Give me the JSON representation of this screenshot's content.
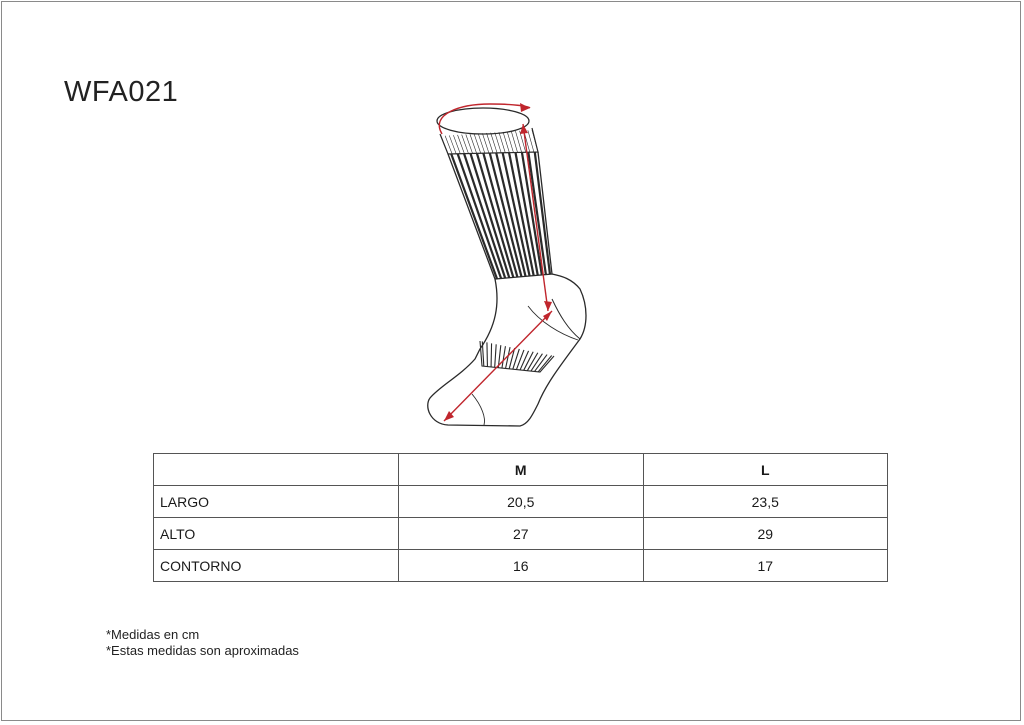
{
  "product_code": "WFA021",
  "size_table": {
    "columns": [
      "",
      "M",
      "L"
    ],
    "rows": [
      {
        "label": "LARGO",
        "values": [
          "20,5",
          "23,5"
        ]
      },
      {
        "label": "ALTO",
        "values": [
          "27",
          "29"
        ]
      },
      {
        "label": "CONTORNO",
        "values": [
          "16",
          "17"
        ]
      }
    ]
  },
  "notes": [
    "*Medidas en cm",
    "*Estas medidas son aproximadas"
  ],
  "colors": {
    "measure_arrow": "#c0262d",
    "outline": "#2a2a2a"
  },
  "illustration": {
    "name": "sock-technical-drawing"
  }
}
